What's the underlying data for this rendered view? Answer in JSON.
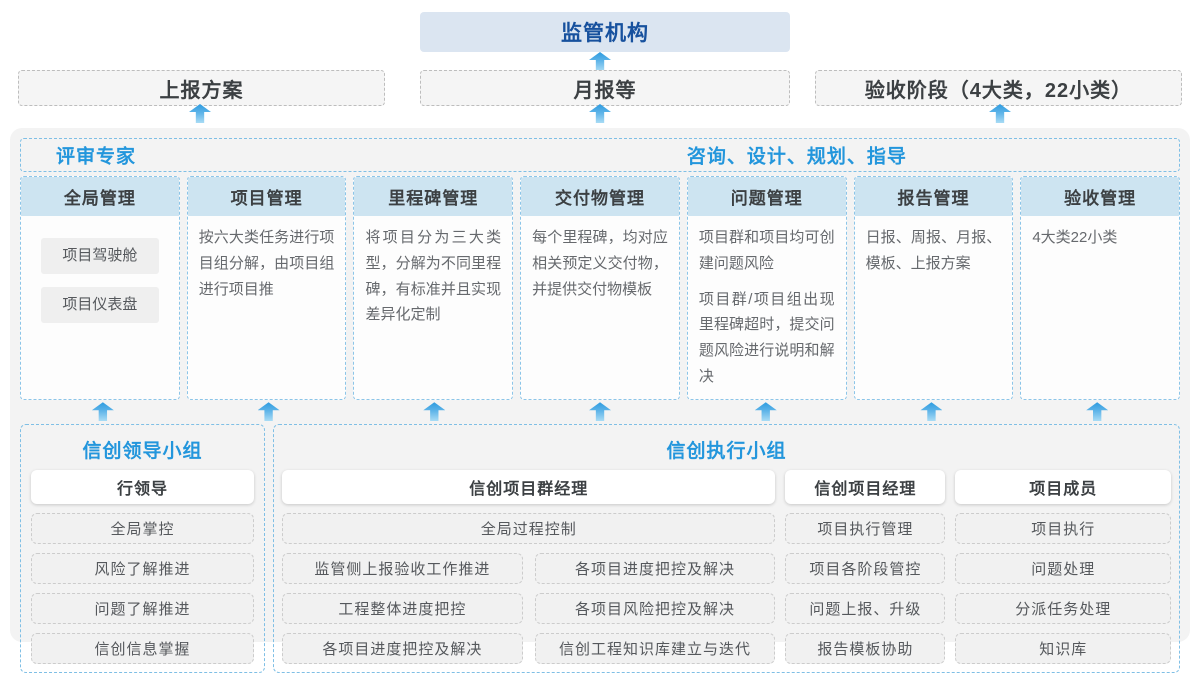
{
  "regulator": {
    "label": "监管机构"
  },
  "outputs": {
    "report_plan": "上报方案",
    "monthly_report": "月报等",
    "acceptance_stage": "验收阶段（4大类，22小类）"
  },
  "platform": {
    "left_title": "评审专家",
    "right_title": "咨询、设计、规划、指导",
    "modules": [
      {
        "title": "全局管理",
        "items": [
          "项目驾驶舱",
          "项目仪表盘"
        ]
      },
      {
        "title": "项目管理",
        "paragraphs": [
          "按六大类任务进行项目组分解，由项目组进行项目推"
        ]
      },
      {
        "title": "里程碑管理",
        "paragraphs": [
          "将项目分为三大类型，分解为不同里程碑，有标准并且实现差异化定制"
        ]
      },
      {
        "title": "交付物管理",
        "paragraphs": [
          "每个里程碑，均对应相关预定义交付物，并提供交付物模板"
        ]
      },
      {
        "title": "问题管理",
        "paragraphs": [
          "项目群和项目均可创建问题风险",
          "项目群/项目组出现里程碑超时，提交问题风险进行说明和解决"
        ]
      },
      {
        "title": "报告管理",
        "paragraphs": [
          "日报、周报、月报、模板、上报方案"
        ]
      },
      {
        "title": "验收管理",
        "paragraphs": [
          "4大类22小类"
        ]
      }
    ]
  },
  "leadership": {
    "title": "信创领导小组",
    "role": "行领导",
    "items": [
      "全局掌控",
      "风险了解推进",
      "问题了解推进",
      "信创信息掌握"
    ]
  },
  "execution": {
    "title": "信创执行小组",
    "program_manager": {
      "role": "信创项目群经理",
      "full_width_item": "全局过程控制",
      "left_items": [
        "监管侧上报验收工作推进",
        "工程整体进度把控",
        "各项目进度把控及解决"
      ],
      "right_items": [
        "各项目进度把控及解决",
        "各项目风险把控及解决",
        "信创工程知识库建立与迭代"
      ]
    },
    "project_manager": {
      "role": "信创项目经理",
      "items": [
        "项目执行管理",
        "项目各阶段管控",
        "问题上报、升级",
        "报告模板协助"
      ]
    },
    "members": {
      "role": "项目成员",
      "items": [
        "项目执行",
        "问题处理",
        "分派任务处理",
        "知识库"
      ]
    }
  }
}
